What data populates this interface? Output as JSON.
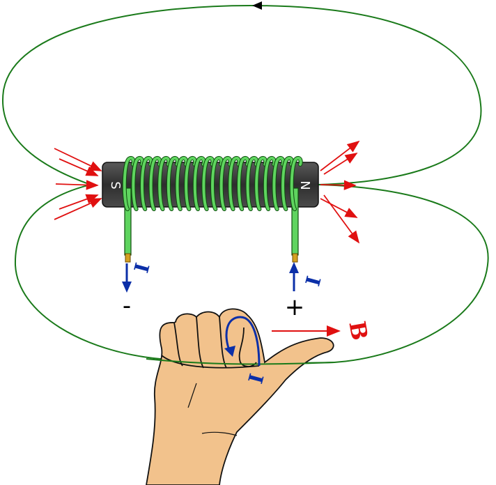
{
  "labels": {
    "south_pole": "S",
    "north_pole": "N",
    "current_left": "I",
    "current_right": "I",
    "current_hand": "I",
    "negative_terminal": "-",
    "positive_terminal": "+",
    "magnetic_field": "B"
  },
  "colors": {
    "field_line": "#1a7a1a",
    "coil": "#5fd45f",
    "core": "#3a3a3a",
    "field_arrow": "#e01010",
    "current": "#0b2fa8",
    "skin": "#f2c28c"
  },
  "coil_turns": 20
}
